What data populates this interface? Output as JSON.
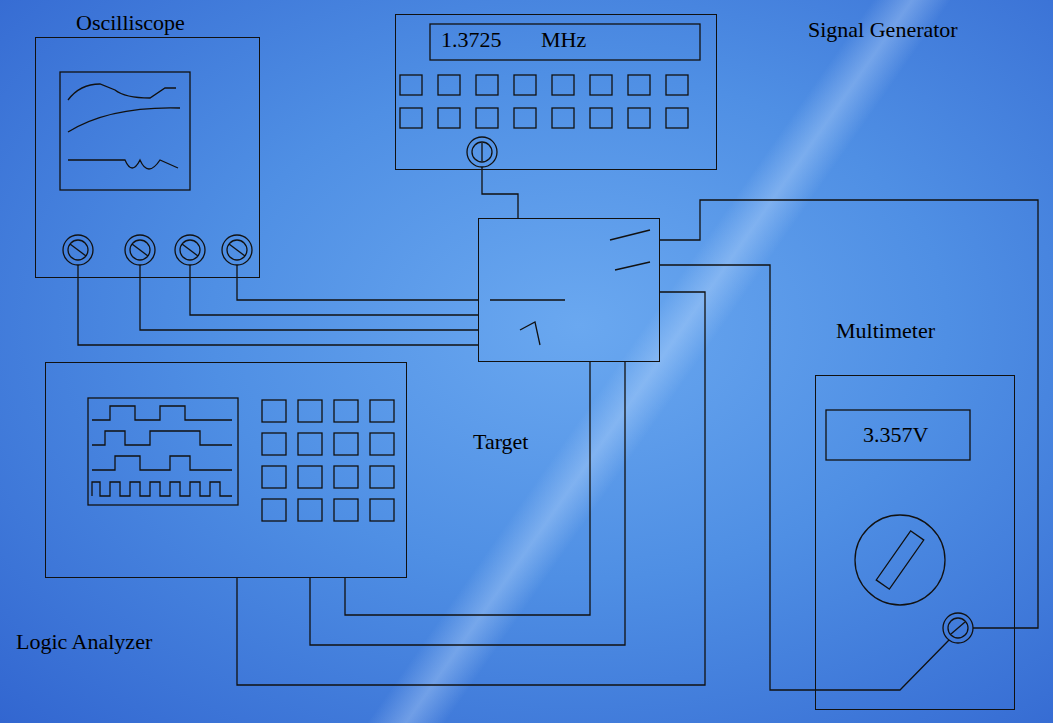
{
  "diagram": {
    "nodes": [
      {
        "text": [
          "Oscilliscope"
        ]
      },
      {
        "text": [
          "Signal Generator",
          "1.3725 MHz"
        ]
      },
      {
        "text": [
          "Target"
        ]
      },
      {
        "text": [
          "Multimeter",
          "3.357V"
        ]
      },
      {
        "text": [
          "Logic Analyzer"
        ]
      }
    ],
    "edges": [
      {
        "from": 0,
        "to": 2,
        "arrow": "none"
      },
      {
        "from": 0,
        "to": 2,
        "arrow": "none"
      },
      {
        "from": 0,
        "to": 2,
        "arrow": "none"
      },
      {
        "from": 0,
        "to": 2,
        "arrow": "none"
      },
      {
        "from": 1,
        "to": 2,
        "arrow": "none"
      },
      {
        "from": 3,
        "to": 2,
        "arrow": "none"
      },
      {
        "from": 3,
        "to": 2,
        "arrow": "none"
      },
      {
        "from": 4,
        "to": 2,
        "arrow": "none"
      },
      {
        "from": 4,
        "to": 2,
        "arrow": "none"
      },
      {
        "from": 4,
        "to": 2,
        "arrow": "none"
      }
    ]
  }
}
